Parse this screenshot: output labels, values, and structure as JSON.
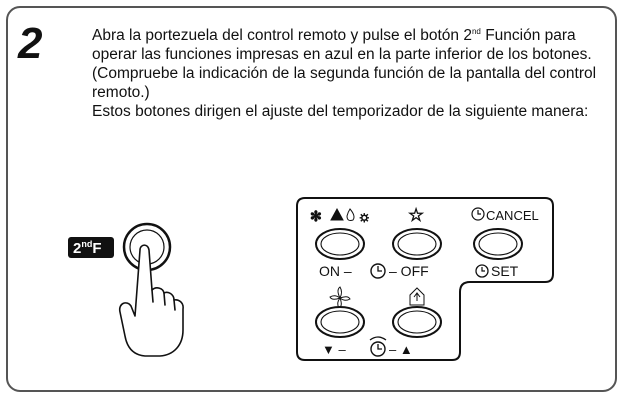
{
  "step_number": "2",
  "instructions": {
    "line1_before": "Abra la portezuela del control remoto y pulse el botón 2",
    "line1_sup": "nd",
    "line1_after": " Función para operar las funciones impresas en azul en la parte inferior de los botones.",
    "paren": "(Compruebe la indicación de la segunda función de la pantalla del control remoto.)",
    "closing": "Estos botones dirigen el ajuste del temporizador de la siguiente manera:"
  },
  "button_2ndf": {
    "prefix": "2",
    "sup": "nd",
    "suffix": "F"
  },
  "remote": {
    "cancel_label": "CANCEL",
    "on_label": "ON –",
    "off_label": "– OFF",
    "set_label": "SET",
    "down_label": "▼ –",
    "up_label": "– ▲",
    "icons": [
      "mode-icons",
      "star-icon",
      "timer-cancel-icon",
      "fan-icon",
      "house-icon"
    ]
  },
  "colors": {
    "border": "#555555",
    "badge": "#111111"
  }
}
